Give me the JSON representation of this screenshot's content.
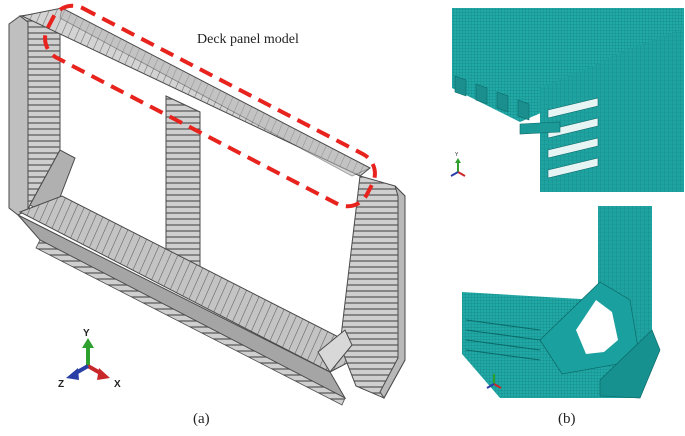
{
  "figure": {
    "annotation": "Deck panel model",
    "caption_a": "(a)",
    "caption_b": "(b)"
  },
  "axis_triad_a": {
    "y": "Y",
    "z": "Z",
    "x": "X"
  },
  "axis_triad_b_top": {
    "y": "Y"
  },
  "colors": {
    "steel": "#c9c9c9",
    "steel_dark": "#8c8c8c",
    "outline": "#4a4a4a",
    "highlight_dash": "#e8231e",
    "mesh_teal": "#1fa3a1",
    "mesh_dark": "#117a78",
    "axis_y": "#2ea02e",
    "axis_x": "#c9282a",
    "axis_z": "#2a3fa6"
  },
  "panels": [
    {
      "name": "ship-hold-section-model",
      "mesh": false
    },
    {
      "name": "mesh-detail-upper-corner",
      "mesh": true
    },
    {
      "name": "mesh-detail-lower-hopper",
      "mesh": true
    }
  ]
}
